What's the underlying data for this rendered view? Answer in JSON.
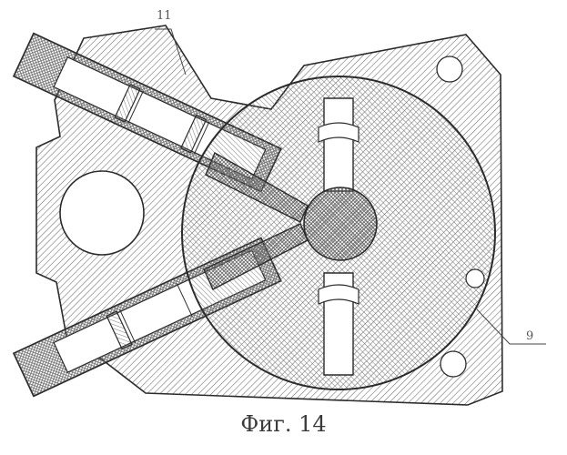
{
  "figure": {
    "caption": "Фиг. 14",
    "callouts": [
      "11",
      "9"
    ]
  },
  "colors": {
    "ink": "#2b2b2b",
    "paper": "#ffffff"
  }
}
